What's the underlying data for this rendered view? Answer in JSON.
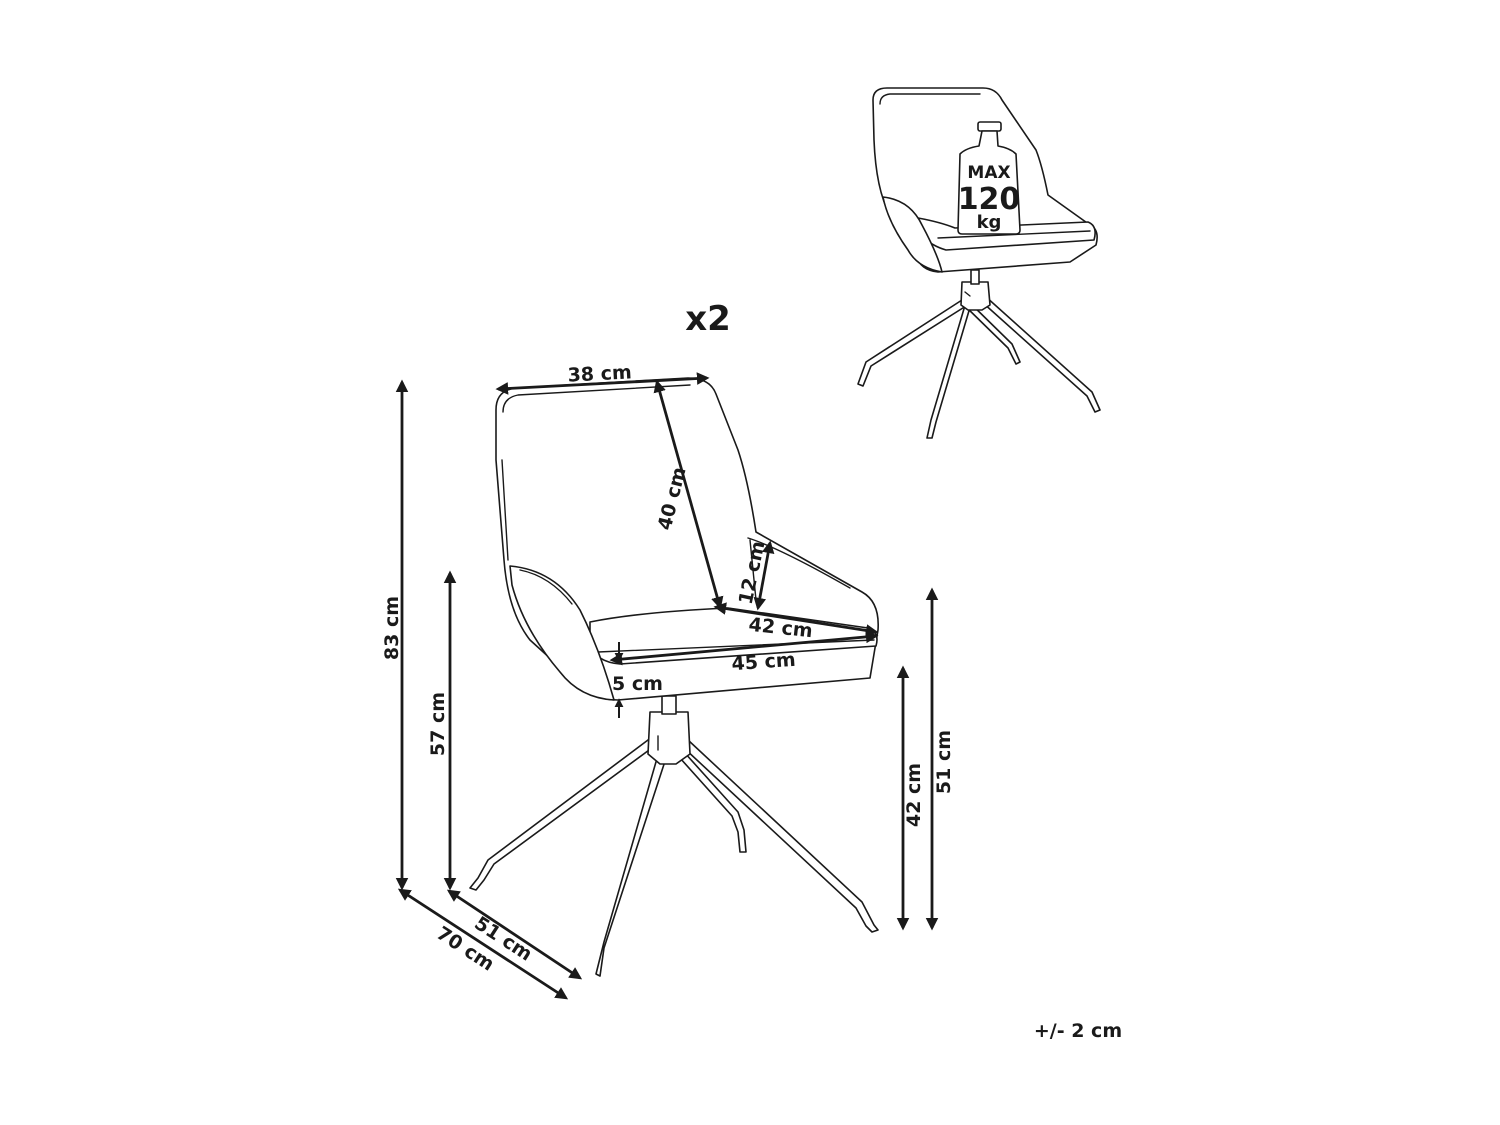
{
  "quantity": "x2",
  "tolerance": "+/- 2 cm",
  "max_weight": {
    "label": "MAX",
    "value": "120",
    "unit": "kg"
  },
  "dimensions": {
    "backrest_width": "38 cm",
    "backrest_height": "40 cm",
    "armrest_height": "12 cm",
    "seat_depth": "42 cm",
    "seat_width": "45 cm",
    "seat_thickness": "5 cm",
    "total_height": "83 cm",
    "armrest_floor_height": "57 cm",
    "seat_height": "42 cm",
    "seat_top_height": "51 cm",
    "depth": "51 cm",
    "width": "70 cm"
  }
}
